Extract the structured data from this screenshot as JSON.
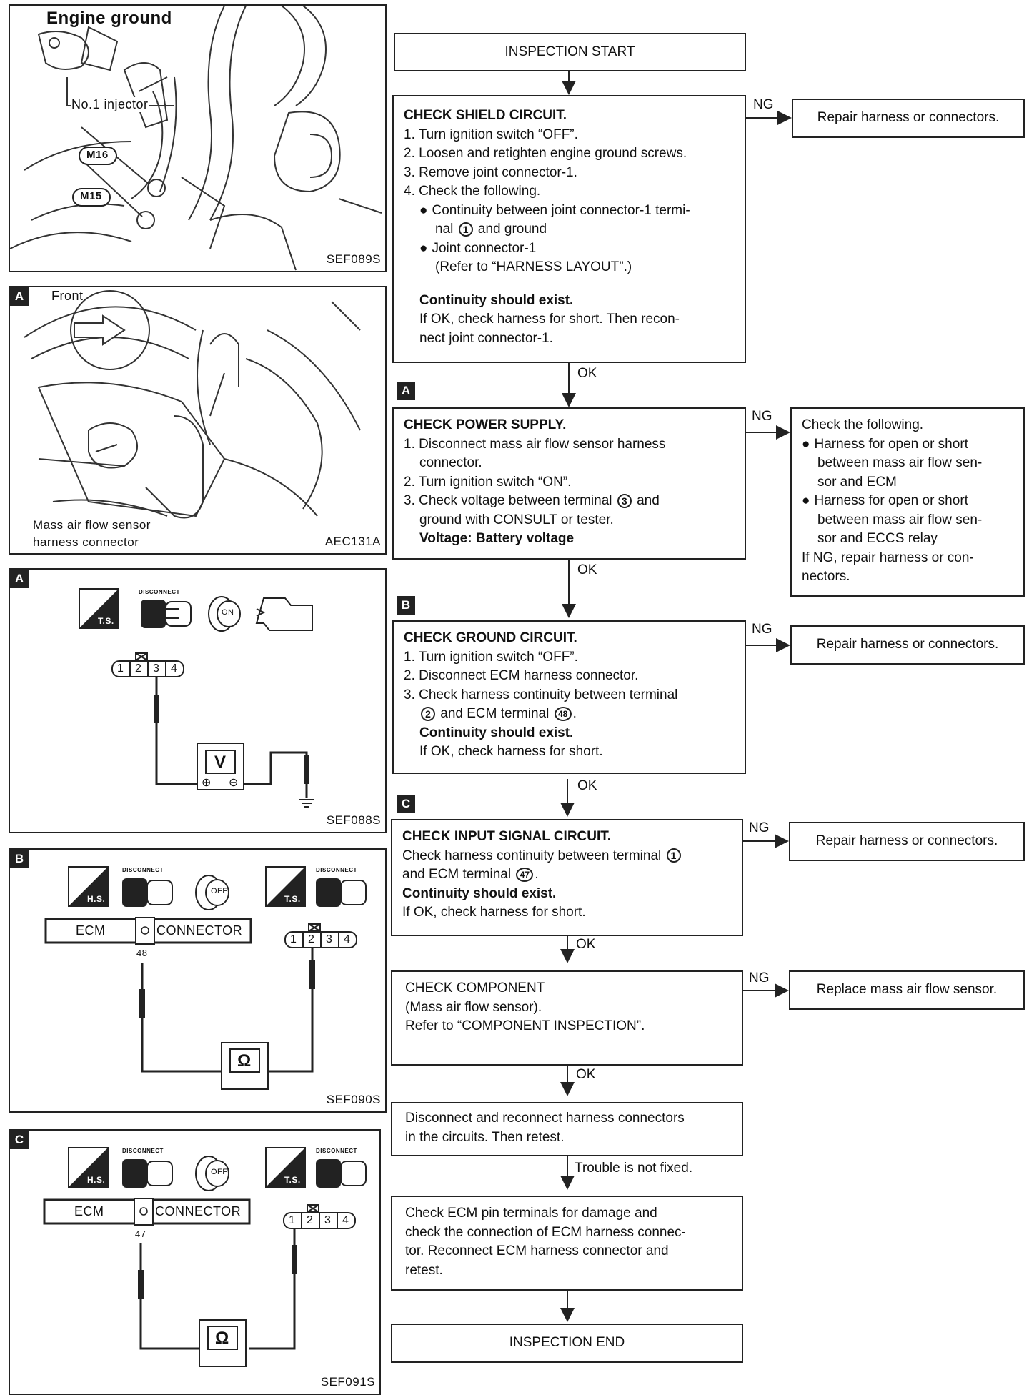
{
  "left_panels": {
    "p1": {
      "title": "Engine ground",
      "label_injector": "No.1  injector",
      "label_m16": "M16",
      "label_m15": "M15",
      "code": "SEF089S"
    },
    "p2": {
      "badge": "A",
      "label_front": "Front",
      "label_maf_1": "Mass air flow sensor",
      "label_maf_2": "harness connector",
      "code": "AEC131A"
    },
    "p3": {
      "badge": "A",
      "icon_ts": "T.S.",
      "icon_disconnect": "DISCONNECT",
      "key_on": "ON",
      "pins": [
        "1",
        "2",
        "3",
        "4"
      ],
      "meter": "V",
      "plus": "⊕",
      "minus": "⊖",
      "code": "SEF088S"
    },
    "p4": {
      "badge": "B",
      "icon_hs": "H.S.",
      "icon_ts": "T.S.",
      "icon_disconnect": "DISCONNECT",
      "key_off": "OFF",
      "ecm": "ECM",
      "connector": "CONNECTOR",
      "pin": "48",
      "pins": [
        "1",
        "2",
        "3",
        "4"
      ],
      "meter": "Ω",
      "code": "SEF090S"
    },
    "p5": {
      "badge": "C",
      "icon_hs": "H.S.",
      "icon_ts": "T.S.",
      "icon_disconnect": "DISCONNECT",
      "key_off": "OFF",
      "ecm": "ECM",
      "connector": "CONNECTOR",
      "pin": "47",
      "pins": [
        "1",
        "2",
        "3",
        "4"
      ],
      "meter": "Ω",
      "code": "SEF091S"
    }
  },
  "flow": {
    "start": "INSPECTION START",
    "shield": {
      "title": "CHECK SHIELD CIRCUIT.",
      "l1": "1. Turn ignition switch “OFF”.",
      "l2": "2. Loosen and retighten engine ground screws.",
      "l3": "3. Remove joint connector-1.",
      "l4": "4. Check the following.",
      "b1a": "Continuity between joint connector-1 termi-",
      "b1b_pre": "nal",
      "b1b_num": "1",
      "b1b_post": "and ground",
      "b2a": "Joint connector-1",
      "b2b": "(Refer to “HARNESS LAYOUT”.)",
      "cont": "Continuity should exist.",
      "n1": "If OK, check harness for short. Then recon-",
      "n2": "nect joint connector-1."
    },
    "shield_ng": "Repair harness or connectors.",
    "power": {
      "title": "CHECK POWER SUPPLY.",
      "l1": "1. Disconnect mass air flow sensor harness",
      "l1b": "connector.",
      "l2": "2. Turn ignition switch “ON”.",
      "l3_pre": "3. Check voltage between terminal",
      "l3_num": "3",
      "l3_post": "and",
      "l3b": "ground with CONSULT or tester.",
      "volt": "Voltage: Battery voltage"
    },
    "power_ng": {
      "head": "Check the following.",
      "a1": "Harness for open or short",
      "a2": "between mass air flow sen-",
      "a3": "sor and ECM",
      "b1": "Harness for open or short",
      "b2": "between mass air flow sen-",
      "b3": "sor and ECCS relay",
      "c1": "If NG, repair harness or con-",
      "c2": "nectors."
    },
    "ground": {
      "title": "CHECK GROUND CIRCUIT.",
      "l1": "1. Turn ignition switch “OFF”.",
      "l2": "2. Disconnect ECM harness connector.",
      "l3": "3. Check harness continuity between terminal",
      "l3b_num": "2",
      "l3b_mid": "and ECM terminal",
      "l3b_num2": "48",
      "cont": "Continuity should exist.",
      "n1": "If OK, check harness for short."
    },
    "ground_ng": "Repair harness or connectors.",
    "input": {
      "title": "CHECK INPUT SIGNAL CIRCUIT.",
      "l1_pre": "Check harness continuity between terminal",
      "l1_num": "1",
      "l2_pre": "and ECM terminal",
      "l2_num": "47",
      "cont": "Continuity should exist.",
      "n1": "If OK, check harness for short."
    },
    "input_ng": "Repair harness or connectors.",
    "component": {
      "l1": "CHECK COMPONENT",
      "l2": "(Mass air flow sensor).",
      "l3": "Refer to “COMPONENT INSPECTION”."
    },
    "component_ng": "Replace mass air flow sensor.",
    "reconnect": {
      "l1": "Disconnect and reconnect harness connectors",
      "l2": "in the circuits. Then retest."
    },
    "trouble": "Trouble is not fixed.",
    "ecm_check": {
      "l1": "Check ECM pin terminals for damage and",
      "l2": "check the connection of ECM harness connec-",
      "l3": "tor. Reconnect ECM harness connector and",
      "l4": "retest."
    },
    "end": "INSPECTION END",
    "ng": "NG",
    "ok": "OK",
    "badge_a": "A",
    "badge_b": "B",
    "badge_c": "C"
  }
}
